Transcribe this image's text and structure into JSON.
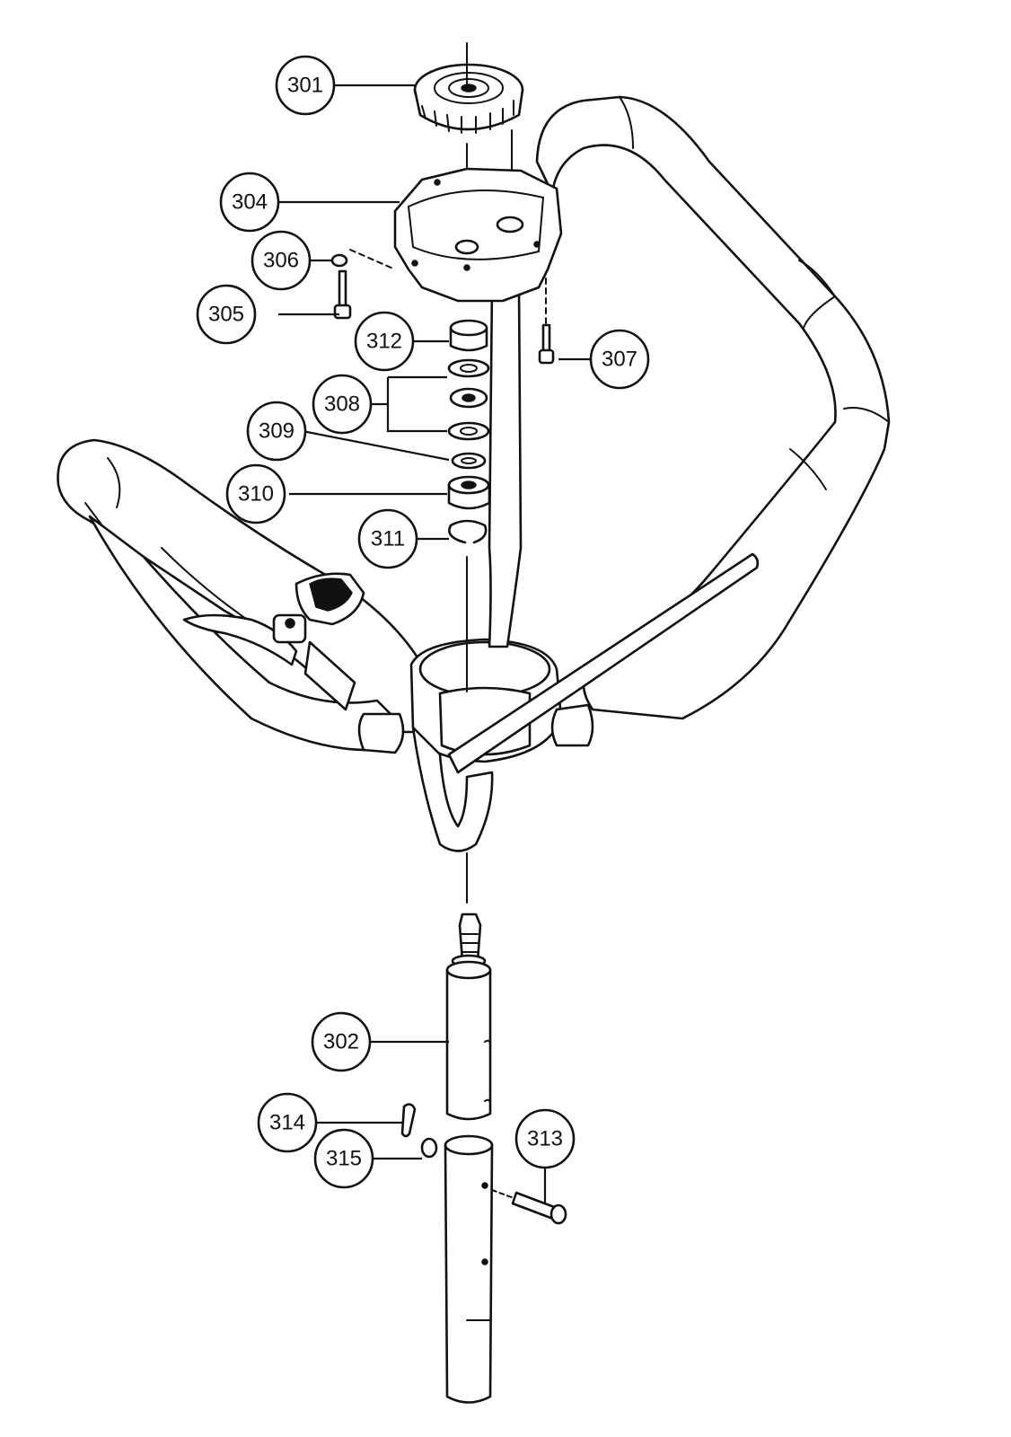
{
  "callouts": {
    "c301": "301",
    "c302": "302",
    "c304": "304",
    "c305": "305",
    "c306": "306",
    "c307": "307",
    "c308": "308",
    "c309": "309",
    "c310": "310",
    "c311": "311",
    "c312": "312",
    "c313": "313",
    "c314": "314",
    "c315": "315"
  },
  "colors": {
    "ink": "#111111",
    "paper": "#ffffff"
  }
}
